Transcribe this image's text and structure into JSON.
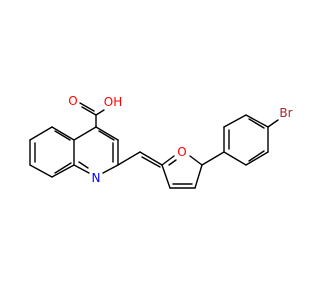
{
  "molecule": {
    "atoms": {
      "oxygen_carbonyl": "O",
      "hydroxyl": "OH",
      "nitrogen": "N",
      "oxygen_furan": "O",
      "bromine": "Br"
    },
    "colors": {
      "bond": "#000000",
      "oxygen": "#ff0000",
      "nitrogen": "#0000ff",
      "bromine": "#a52a2a"
    }
  }
}
